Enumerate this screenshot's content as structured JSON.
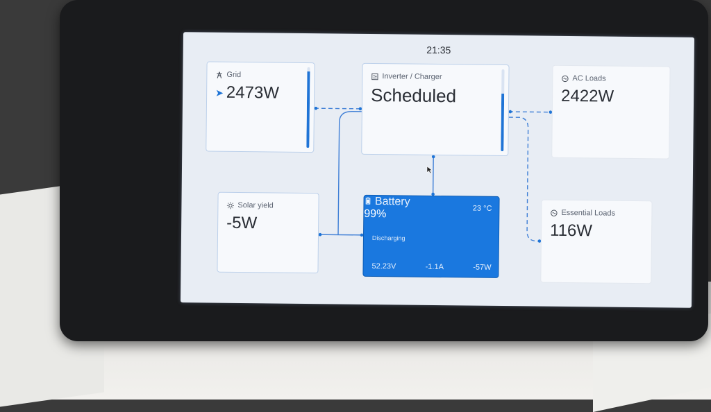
{
  "clock": {
    "time": "21:35"
  },
  "grid": {
    "title": "Grid",
    "value": "2473W",
    "icon": "transmission-tower-icon",
    "level": 0.95
  },
  "inverter": {
    "title": "Inverter / Charger",
    "state": "Scheduled",
    "icon": "inverter-icon",
    "level": 0.7
  },
  "ac_loads": {
    "title": "AC Loads",
    "value": "2422W",
    "icon": "ac-gauge-icon"
  },
  "solar": {
    "title": "Solar yield",
    "value": "-5W",
    "icon": "sun-icon"
  },
  "battery": {
    "title": "Battery",
    "temperature": "23 °C",
    "soc": "99%",
    "state": "Discharging",
    "voltage": "52.23V",
    "current": "-1.1A",
    "power": "-57W",
    "icon": "battery-icon"
  },
  "essential_loads": {
    "title": "Essential Loads",
    "value": "116W",
    "icon": "ac-gauge-icon"
  },
  "colors": {
    "accent": "#1f74d6",
    "battery_bg": "#1a78df",
    "screen_bg": "#e8edf4"
  }
}
